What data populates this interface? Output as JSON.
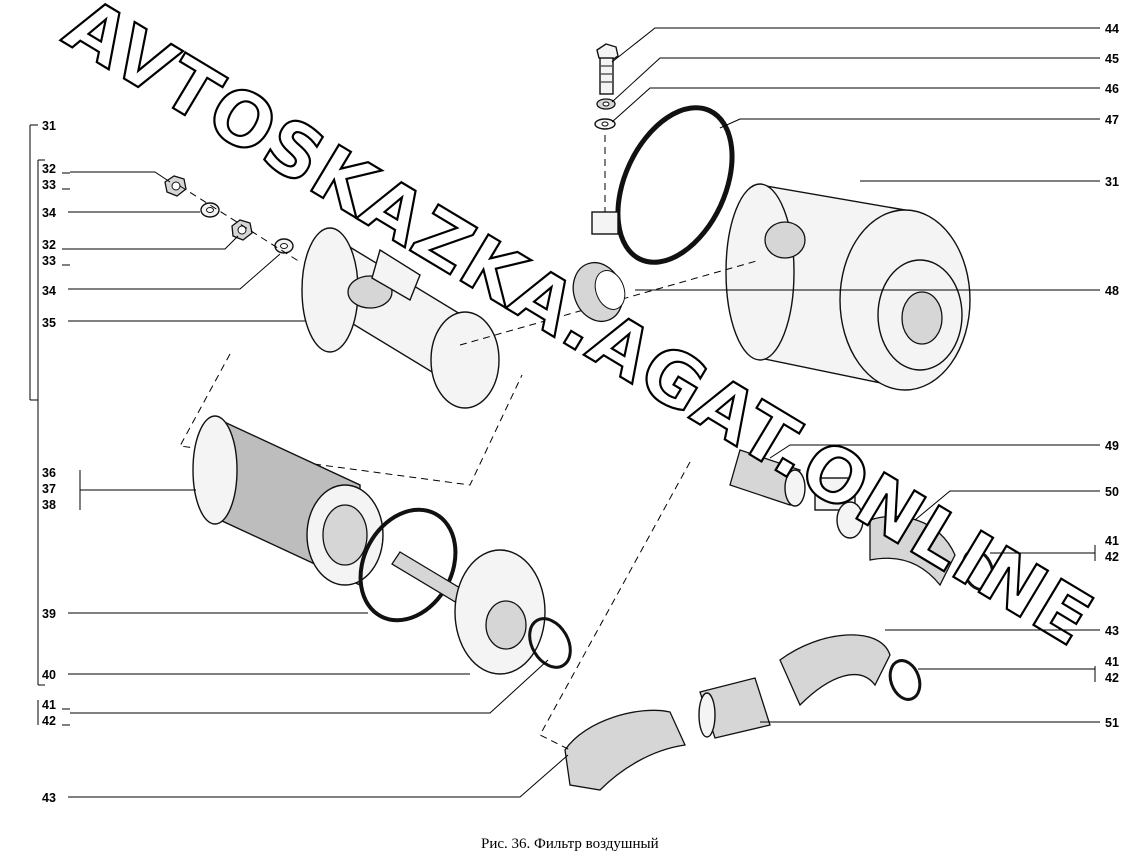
{
  "watermark": "AVTOSKAZKA.AGAT.ONLINE",
  "caption": "Рис. 36. Фильтр воздушный",
  "left_labels": [
    "31",
    "32",
    "33",
    "34",
    "32",
    "33",
    "34",
    "35",
    "36",
    "37",
    "38",
    "39",
    "40",
    "41",
    "42",
    "43"
  ],
  "right_labels": [
    "44",
    "45",
    "46",
    "47",
    "31",
    "48",
    "49",
    "50",
    "41",
    "42",
    "43",
    "41",
    "42",
    "51"
  ]
}
